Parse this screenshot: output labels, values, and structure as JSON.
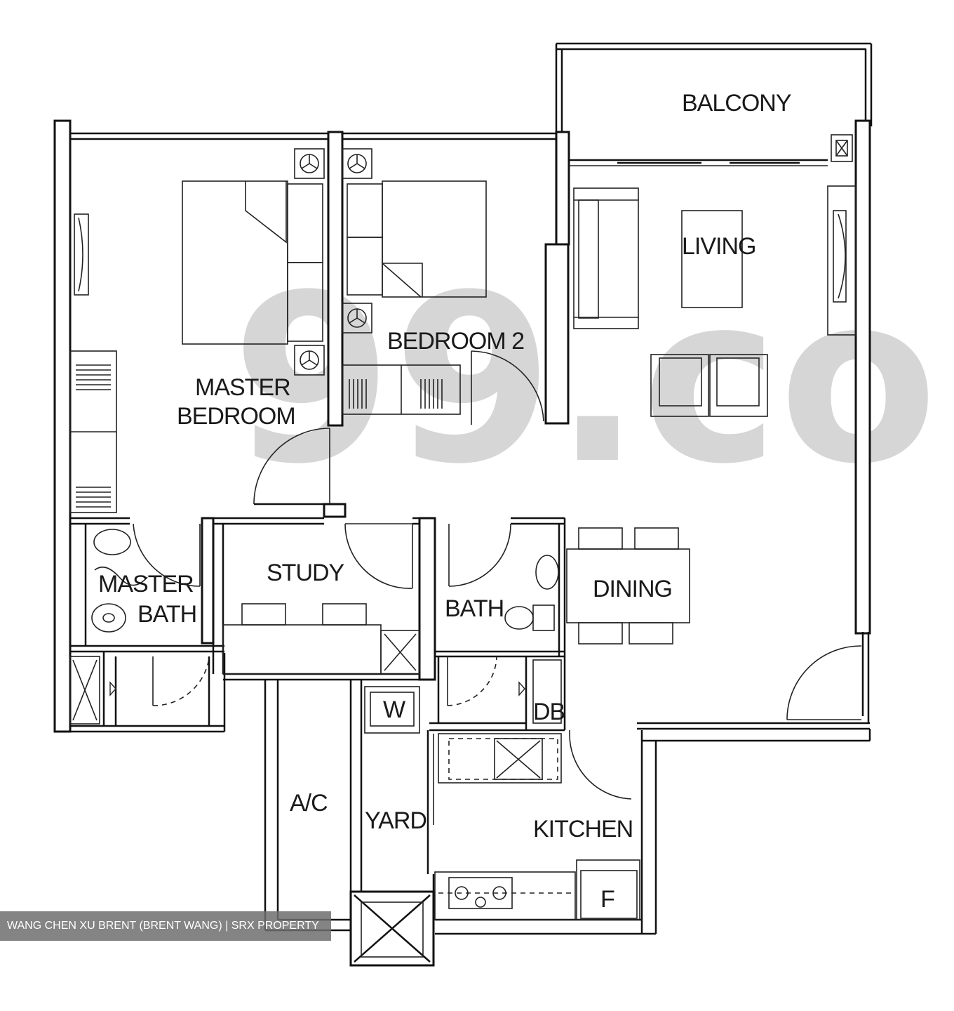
{
  "watermark": "99.co",
  "credit": "WANG CHEN XU BRENT (BRENT WANG) | SRX PROPERTY",
  "rooms": {
    "balcony": "BALCONY",
    "living": "LIVING",
    "bedroom2": "BEDROOM 2",
    "master1": "MASTER",
    "master2": "BEDROOM",
    "study": "STUDY",
    "master_bath1": "MASTER",
    "master_bath2": "BATH",
    "bath": "BATH",
    "dining": "DINING",
    "db": "DB",
    "ac": "A/C",
    "yard": "YARD",
    "kitchen": "KITCHEN",
    "fridge": "F",
    "washer": "W"
  }
}
